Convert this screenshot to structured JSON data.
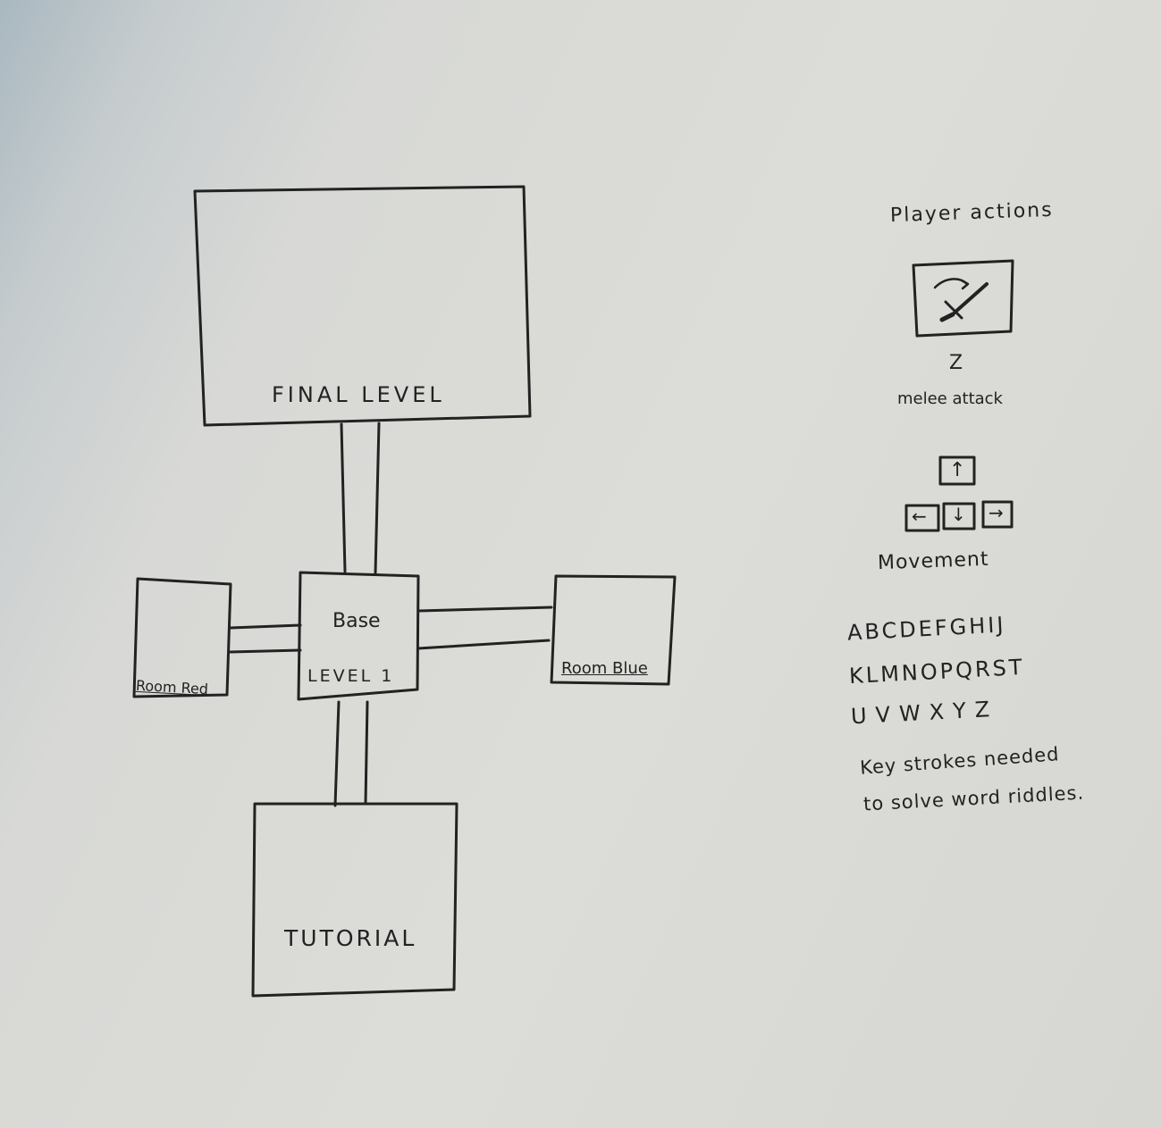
{
  "map": {
    "final_level": "FINAL LEVEL",
    "base": "Base",
    "level_1": "LEVEL 1",
    "room_red": "Room Red",
    "room_blue": "Room Blue",
    "tutorial": "TUTORIAL"
  },
  "actions": {
    "title": "Player actions",
    "melee_key": "Z",
    "melee_label": "melee attack",
    "melee_icon": "sword-swing-icon",
    "movement_keys": [
      "↑",
      "←",
      "↓",
      "→"
    ],
    "movement_label": "Movement",
    "alphabet_rows": [
      "ABCDEFGHIJ",
      "KLMNOPQRST",
      "UVWXYZ"
    ],
    "riddle_note_line1": "Key strokes needed",
    "riddle_note_line2": "to solve word riddles."
  },
  "colors": {
    "ink": "#222222",
    "paper": "#dcdcd8",
    "shadow": "#a9b8c0"
  }
}
